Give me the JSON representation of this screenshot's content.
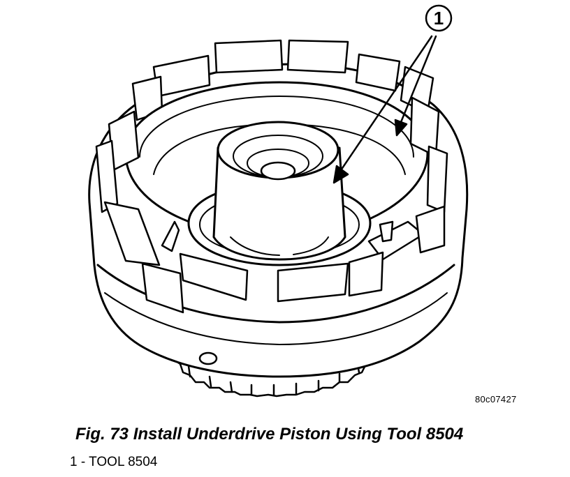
{
  "figure": {
    "callout_number": "1",
    "part_code": "80c07427",
    "caption": "Fig. 73 Install Underdrive Piston Using Tool 8504",
    "legend": [
      {
        "number": "1",
        "separator": " - ",
        "text": "TOOL 8504"
      }
    ]
  },
  "colors": {
    "line": "#000000",
    "fill": "#ffffff"
  }
}
